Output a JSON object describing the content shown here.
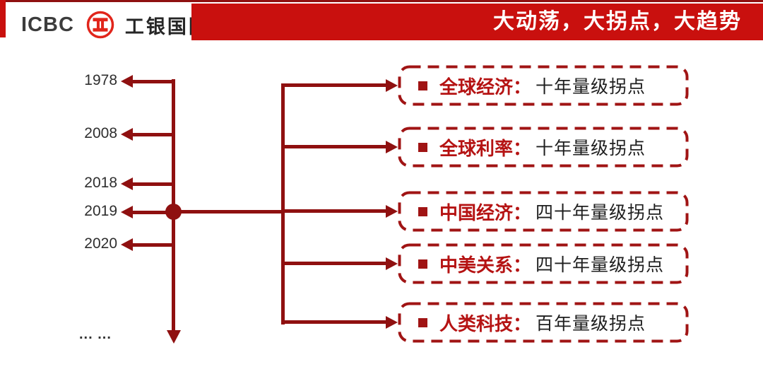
{
  "header": {
    "logo_text": "ICBC",
    "logo_cn": "工银国际",
    "banner_title": "大动荡，大拐点，大趋势"
  },
  "timeline": {
    "years": [
      "1978",
      "2008",
      "2018",
      "2019",
      "2020"
    ],
    "highlight_year": "2019",
    "ellipsis": "... ..."
  },
  "boxes": [
    {
      "label": "全球经济：",
      "desc": "十年量级拐点"
    },
    {
      "label": "全球利率：",
      "desc": "十年量级拐点"
    },
    {
      "label": "中国经济：",
      "desc": "四十年量级拐点"
    },
    {
      "label": "中美关系：",
      "desc": "四十年量级拐点"
    },
    {
      "label": "人类科技：",
      "desc": "百年量级拐点"
    }
  ],
  "colors": {
    "banner_red": "#C9100E",
    "line_dark_red": "#8F1010",
    "box_border_red": "#A01414",
    "label_red": "#B51313",
    "logo_red": "#E1251B"
  }
}
